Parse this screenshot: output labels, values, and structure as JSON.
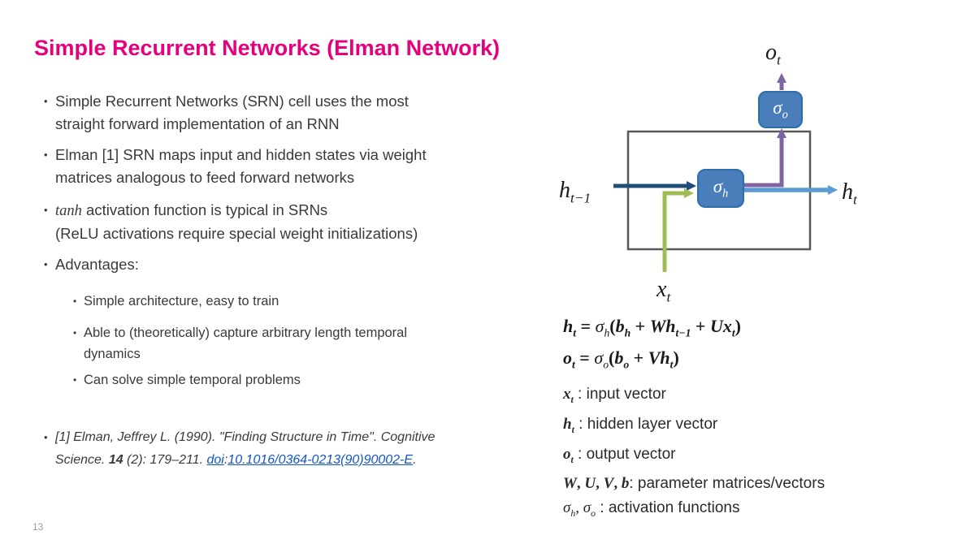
{
  "title": "Simple Recurrent Networks (Elman Network)",
  "page_number": "13",
  "colors": {
    "title": "#E5007D",
    "body_text": "#3A3A3A",
    "link": "#1155CC",
    "cell_border": "#595959",
    "box_fill": "#4A7EBB",
    "box_border": "#2E6DA8",
    "arrow_navy": "#1F4E79",
    "arrow_green": "#A0BC53",
    "arrow_blue": "#5B9BD5",
    "arrow_purple": "#8064A2"
  },
  "bullets": {
    "b1": [
      {
        "t": "Simple Recurrent Networks (SRN) cell uses the most\nstraight forward implementation of an RNN"
      }
    ],
    "b2": [
      {
        "t": "Elman [1] SRN maps input and hidden states via weight\nmatrices analogous to feed forward networks"
      }
    ],
    "b3": [
      {
        "t": "tanh",
        "c": "m"
      },
      {
        "t": " activation function is typical in SRNs\n(ReLU activations require special weight initializations)"
      }
    ],
    "b4": [
      {
        "t": "Advantages:"
      }
    ],
    "sub1": [
      {
        "t": "Simple architecture, easy to train"
      }
    ],
    "sub2": [
      {
        "t": "Able to (theoretically) capture arbitrary length temporal\ndynamics"
      }
    ],
    "sub3": [
      {
        "t": "Can solve simple temporal problems"
      }
    ]
  },
  "citation": {
    "prefix": "[1] Elman, Jeffrey L. (1990). \"Finding Structure in Time\". Cognitive\nScience. ",
    "volume": "14",
    "middle": " (2): 179–211. ",
    "doi_label": "doi",
    "colon": ":",
    "doi_value": "10.1016/0364-0213(90)90002-E",
    "period": "."
  },
  "diagram": {
    "sigma_h": [
      {
        "t": "σ",
        "c": "m",
        "s": "h"
      }
    ],
    "sigma_o": [
      {
        "t": "σ",
        "c": "m",
        "s": "o"
      }
    ],
    "labels": {
      "o_t": [
        {
          "t": "o",
          "c": "m",
          "s": "t"
        }
      ],
      "h_prev": [
        {
          "t": "h",
          "c": "m",
          "s": "t−1"
        }
      ],
      "h_t": [
        {
          "t": "h",
          "c": "m",
          "s": "t"
        }
      ],
      "x_t": [
        {
          "t": "x",
          "c": "m",
          "s": "t"
        }
      ]
    }
  },
  "equations": [
    [
      {
        "t": "h",
        "c": "mb",
        "s": "t"
      },
      {
        "t": " = ",
        "c": "mo"
      },
      {
        "t": "σ",
        "c": "m",
        "s": "h"
      },
      {
        "t": "(",
        "c": "mo"
      },
      {
        "t": "b",
        "c": "mb",
        "s": "h"
      },
      {
        "t": " + ",
        "c": "mo"
      },
      {
        "t": "W",
        "c": "mb"
      },
      {
        "t": "h",
        "c": "mb",
        "s": "t−1"
      },
      {
        "t": " + ",
        "c": "mo"
      },
      {
        "t": "U",
        "c": "mb"
      },
      {
        "t": "x",
        "c": "mb",
        "s": "t"
      },
      {
        "t": ")",
        "c": "mo"
      }
    ],
    [
      {
        "t": "o",
        "c": "mb",
        "s": "t"
      },
      {
        "t": " = ",
        "c": "mo"
      },
      {
        "t": "σ",
        "c": "m",
        "s": "o"
      },
      {
        "t": "(",
        "c": "mo"
      },
      {
        "t": "b",
        "c": "mb",
        "s": "o"
      },
      {
        "t": " + ",
        "c": "mo"
      },
      {
        "t": "V",
        "c": "mb"
      },
      {
        "t": "h",
        "c": "mb",
        "s": "t"
      },
      {
        "t": ")",
        "c": "mo"
      }
    ]
  ],
  "legend": [
    [
      {
        "t": "x",
        "c": "mb",
        "s": "t"
      },
      {
        "t": " : input vector"
      }
    ],
    [
      {
        "t": "h",
        "c": "mb",
        "s": "t"
      },
      {
        "t": " : hidden layer vector"
      }
    ],
    [
      {
        "t": "o",
        "c": "mb",
        "s": "t"
      },
      {
        "t": " : output vector"
      }
    ],
    [
      {
        "t": "W",
        "c": "mb"
      },
      {
        "t": ", ",
        "c": "mo"
      },
      {
        "t": "U",
        "c": "mb"
      },
      {
        "t": ", ",
        "c": "mo"
      },
      {
        "t": "V",
        "c": "mb"
      },
      {
        "t": ", ",
        "c": "mo"
      },
      {
        "t": "b",
        "c": "mb"
      },
      {
        "t": ": parameter matrices/vectors"
      }
    ],
    [
      {
        "t": "σ",
        "c": "m",
        "s": "h"
      },
      {
        "t": ", ",
        "c": "m"
      },
      {
        "t": "σ",
        "c": "m",
        "s": "o"
      },
      {
        "t": " : activation functions"
      }
    ]
  ]
}
